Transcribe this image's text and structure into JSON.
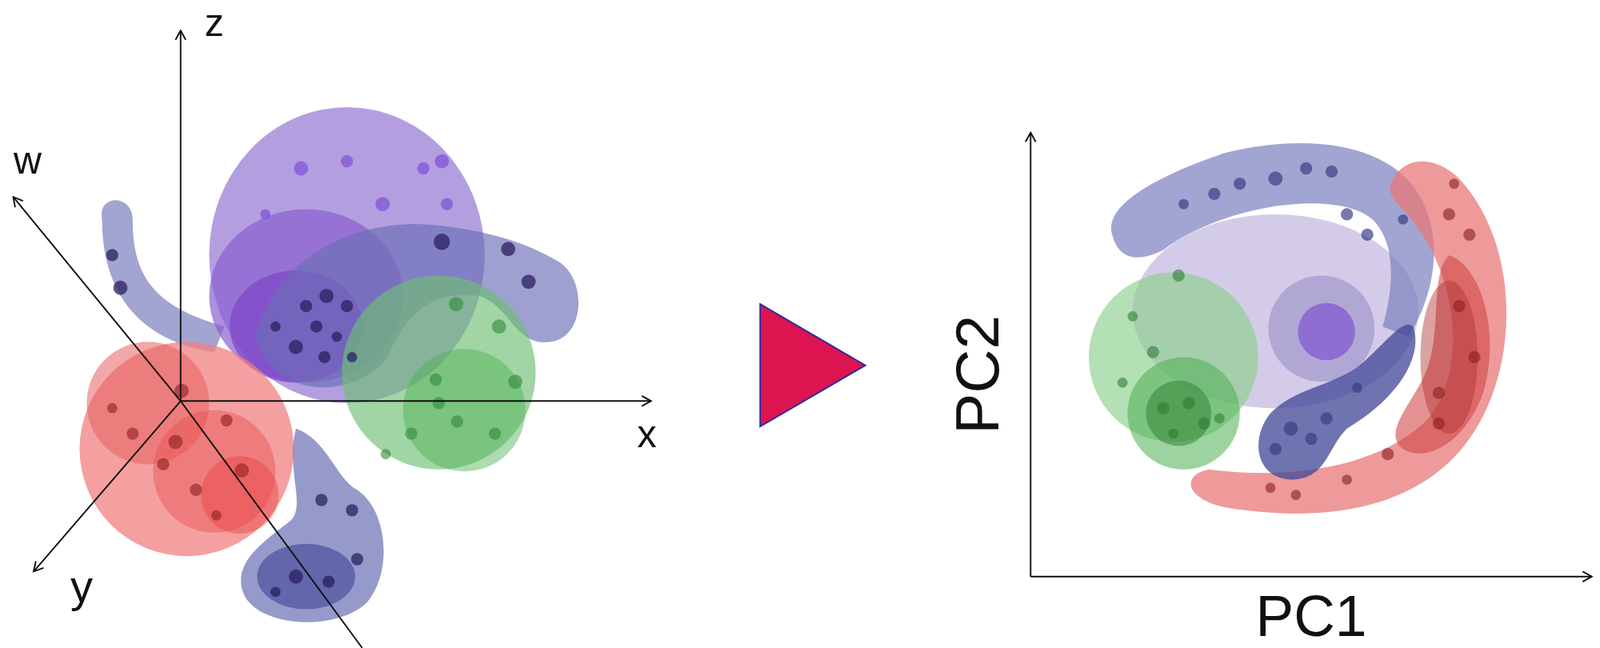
{
  "diagram": {
    "labels": [
      "z",
      "w",
      "x",
      "y",
      "PC2",
      "PC1"
    ]
  }
}
